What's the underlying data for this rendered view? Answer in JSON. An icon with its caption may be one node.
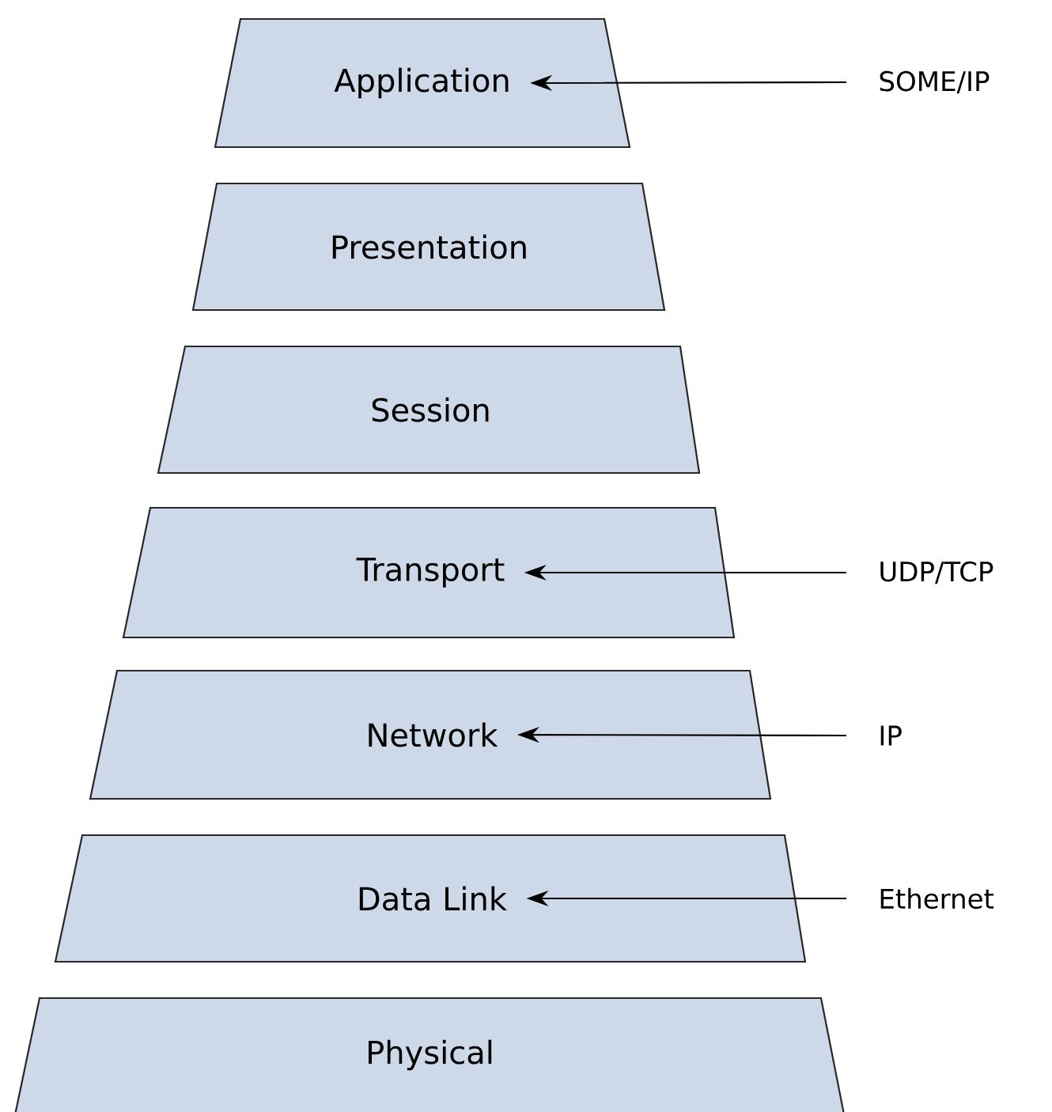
{
  "diagram": {
    "nodes": [
      {
        "text": [
          "Application"
        ]
      },
      {
        "text": [
          "Presentation"
        ]
      },
      {
        "text": [
          "Session"
        ]
      },
      {
        "text": [
          "Transport"
        ]
      },
      {
        "text": [
          "Network"
        ]
      },
      {
        "text": [
          "Data Link"
        ]
      },
      {
        "text": [
          "Physical"
        ]
      },
      {
        "text": [
          "SOME/IP"
        ]
      },
      {
        "text": [
          "UDP/TCP"
        ]
      },
      {
        "text": [
          "IP"
        ]
      },
      {
        "text": [
          "Ethernet"
        ]
      }
    ],
    "edges": [
      {
        "from": 7,
        "to": 0,
        "arrow": "to"
      },
      {
        "from": 8,
        "to": 3,
        "arrow": "to"
      },
      {
        "from": 9,
        "to": 4,
        "arrow": "to"
      },
      {
        "from": 10,
        "to": 5,
        "arrow": "to"
      }
    ]
  }
}
